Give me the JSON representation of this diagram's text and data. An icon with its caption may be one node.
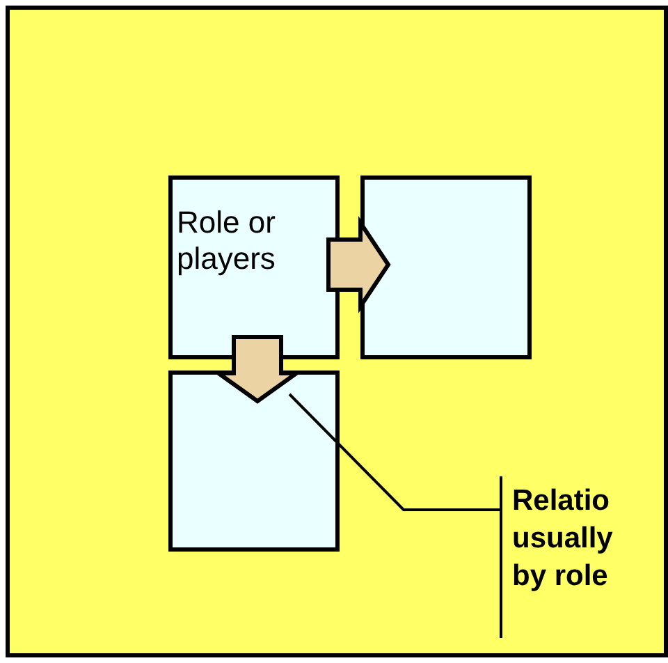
{
  "diagram": {
    "nodes": [
      {
        "text": [
          "Role or players"
        ]
      },
      {
        "text": [],
        "shape": "box"
      },
      {
        "text": [],
        "shape": "box"
      },
      {
        "text": [
          "Relatio usually by role"
        ]
      }
    ],
    "edges": [
      {
        "from": 0,
        "to": 1,
        "arrow": "to",
        "style": "thick"
      },
      {
        "from": 0,
        "to": 2,
        "arrow": "to",
        "style": "thick"
      },
      {
        "from": 3,
        "to": 2,
        "arrow": "none"
      }
    ]
  }
}
